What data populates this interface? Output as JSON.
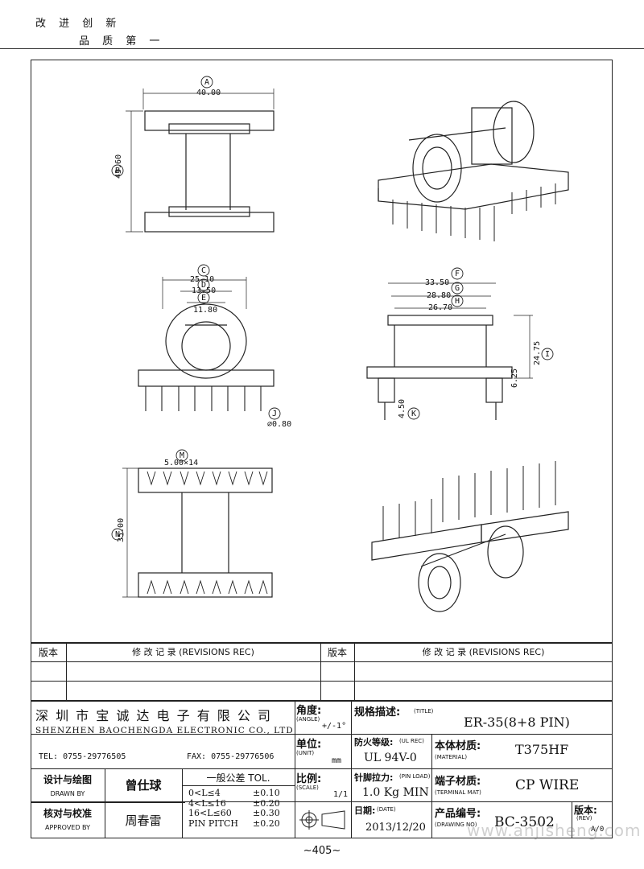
{
  "header": {
    "slogan_line1": "改 进 创 新",
    "slogan_line2": "品 质 第 一"
  },
  "drawing": {
    "callouts": [
      "A",
      "B",
      "C",
      "D",
      "E",
      "F",
      "G",
      "H",
      "I",
      "J",
      "K",
      "M",
      "N"
    ],
    "dims": {
      "a": "40.00",
      "b": "43.60",
      "c": "25.10",
      "d": "13.50",
      "e": "11.80",
      "j": "⌀0.80",
      "f": "33.50",
      "g": "28.80",
      "h": "26.70",
      "i": "24.75",
      "side": "6.25",
      "k": "4.50",
      "m": "5.00×14",
      "n": "35.00"
    }
  },
  "revisions": {
    "ver_label": "版本",
    "rec_label": "修  改  记  录   (REVISIONS REC)"
  },
  "title_block": {
    "company_cn": "深 圳 市 宝 诚 达 电 子 有 限 公 司",
    "company_en": "SHENZHEN BAOCHENGDA ELECTRONIC CO., LTD",
    "tel": "TEL: 0755-29776505",
    "fax": "FAX: 0755-29776506",
    "angle_label": "角度:",
    "angle_en": "(ANGLE)",
    "angle_val": "+/-1°",
    "unit_label": "单位:",
    "unit_en": "(UNIT)",
    "unit_val": "mm",
    "scale_label": "比例:",
    "scale_en": "(SCALE)",
    "scale_val": "1/1",
    "title_label": "规格描述:",
    "title_en": "(TITLE)",
    "title_val": "ER-35(8+8 PIN)",
    "ul_label": "防火等级:",
    "ul_en": "(UL REC)",
    "ul_val": "UL 94V-0",
    "material_label": "本体材质:",
    "material_en": "(MATERIAL)",
    "material_val": "T375HF",
    "pinload_label": "针脚拉力:",
    "pinload_en": "(PIN LOAD)",
    "pinload_val": "1.0 Kg MIN",
    "terminal_label": "端子材质:",
    "terminal_en": "(TERMINAL MAT)",
    "terminal_val": "CP WIRE",
    "date_label": "日期:",
    "date_en": "(DATE)",
    "date_val": "2013/12/20",
    "drawing_no_label": "产品编号:",
    "drawing_no_en": "(DRAWING NO)",
    "drawing_no_val": "BC-3502",
    "rev_label": "版本:",
    "rev_en": "(REV)",
    "rev_val": "A/0",
    "drawn_label": "设计与绘图",
    "drawn_en": "DRAWN BY",
    "drawn_val": "曾仕球",
    "approved_label": "核对与校准",
    "approved_en": "APPROVED BY",
    "approved_val": "周春雷",
    "tol_title": "一般公差 TOL.",
    "tol_rows": [
      {
        "range": "0<L≤4",
        "tol": "±0.10"
      },
      {
        "range": "4<L≤16",
        "tol": "±0.20"
      },
      {
        "range": "16<L≤60",
        "tol": "±0.30"
      },
      {
        "range": "PIN PITCH",
        "tol": "±0.20"
      }
    ]
  },
  "footer": {
    "page": "~405~",
    "watermark": "www.anjisheng.com"
  }
}
